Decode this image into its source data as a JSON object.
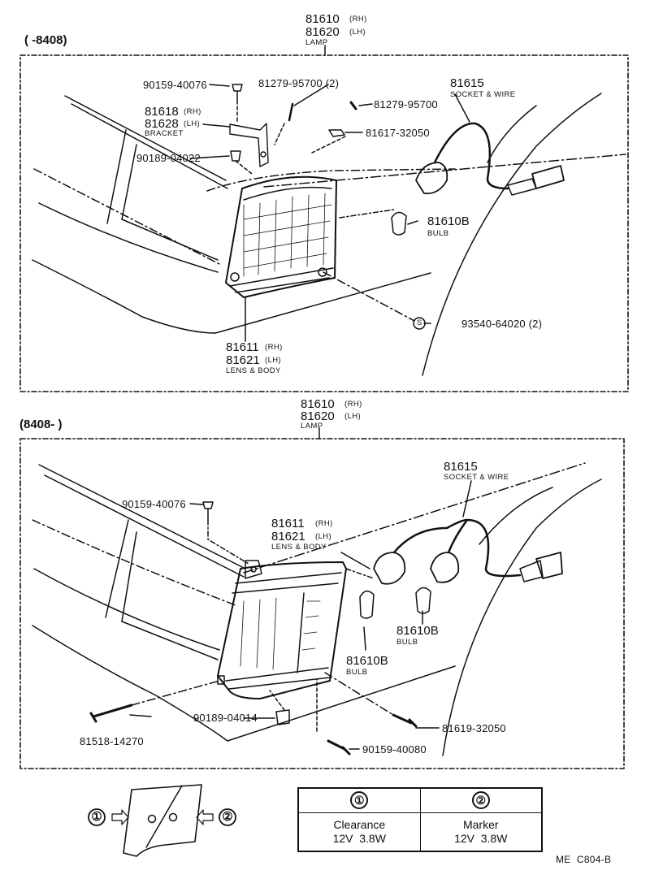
{
  "top": {
    "range": "(      -8408)",
    "lamp": {
      "pn_rh": "81610",
      "rh": "(RH)",
      "pn_lh": "81620",
      "lh": "(LH)",
      "name": "LAMP"
    },
    "parts": {
      "screw_a": "90159-40076",
      "screw_b": "81279-95700 (2)",
      "screw_c": "81279-95700",
      "socket_pn": "81615",
      "socket_name": "SOCKET & WIRE",
      "nut": "81617-32050",
      "bracket_rh_pn": "81618",
      "bracket_rh": "(RH)",
      "bracket_lh_pn": "81628",
      "bracket_lh": "(LH)",
      "bracket_name": "BRACKET",
      "clip": "90189-04022",
      "bulb_pn": "81610B",
      "bulb_name": "BULB",
      "s_mark": "S",
      "screw_d": "93540-64020 (2)",
      "lens_rh_pn": "81611",
      "lens_rh": "(RH)",
      "lens_lh_pn": "81621",
      "lens_lh": "(LH)",
      "lens_name": "LENS & BODY"
    }
  },
  "bottom": {
    "range": "(8408-      )",
    "lamp": {
      "pn_rh": "81610",
      "rh": "(RH)",
      "pn_lh": "81620",
      "lh": "(LH)",
      "name": "LAMP"
    },
    "parts": {
      "socket_pn": "81615",
      "socket_name": "SOCKET & WIRE",
      "screw_a": "90159-40076",
      "lens_rh_pn": "81611",
      "lens_rh": "(RH)",
      "lens_lh_pn": "81621",
      "lens_lh": "(LH)",
      "lens_name": "LENS & BODY",
      "bulb1_pn": "81610B",
      "bulb1_name": "BULB",
      "bulb2_pn": "81610B",
      "bulb2_name": "BULB",
      "screw_long": "81518-14270",
      "clip": "90189-04014",
      "screw_e": "81619-32050",
      "screw_f": "90159-40080"
    }
  },
  "detail": {
    "marker_1": "①",
    "marker_2": "②"
  },
  "legend": {
    "col1_head": "①",
    "col2_head": "②",
    "col1_l1": "Clearance",
    "col1_l2": "12V  3.8W",
    "col2_l1": "Marker",
    "col2_l2": "12V  3.8W"
  },
  "footer": "ME  C804-B"
}
